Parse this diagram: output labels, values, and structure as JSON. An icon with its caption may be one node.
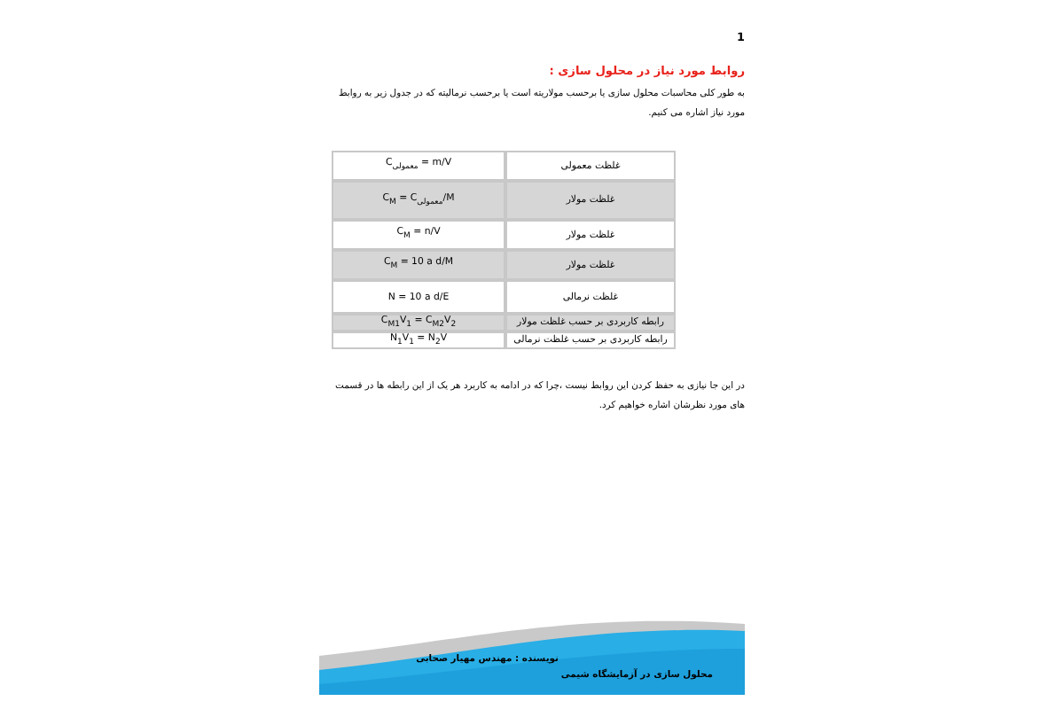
{
  "diagram": {
    "title": "روابط مورد نیاز در محلول سازی :",
    "labels": [
      "1",
      "به طور کلی محاسبات محلول سازی یا برحسب مولاریته است یا برحسب نرمالیته که در جدول زیر به روابط مورد نیاز اشاره می کنیم.",
      "غلظت معمولی",
      "C$_{معمولی}$ = m/V",
      "غلظت مولار",
      "C$_{M}$ = C$_{معمولی}$/M",
      "غلظت مولار",
      "C$_{M}$ = n/V",
      "غلظت مولار",
      "C$_{M}$ = 10 a d/M",
      "غلظت نرمالی",
      "N = 10 a d/E",
      "رابطه کاربردی بر حسب غلظت مولار",
      "C$_{M1}$V$_{1}$ = C$_{M2}$V$_{2}$",
      "رابطه کاربردی بر حسب غلظت نرمالی",
      "N$_{1}$V$_{1}$ = N$_{2}$V",
      "در این جا نیازی به حفظ کردن این روابط نیست ،چرا که در ادامه به کاربرد هر یک از این رابطه ها در قسمت های مورد نظرشان اشاره خواهیم کرد.",
      "نویسنده : مهندس مهیار صحابی",
      "محلول سازی در آزمایشگاه شیمی"
    ]
  }
}
